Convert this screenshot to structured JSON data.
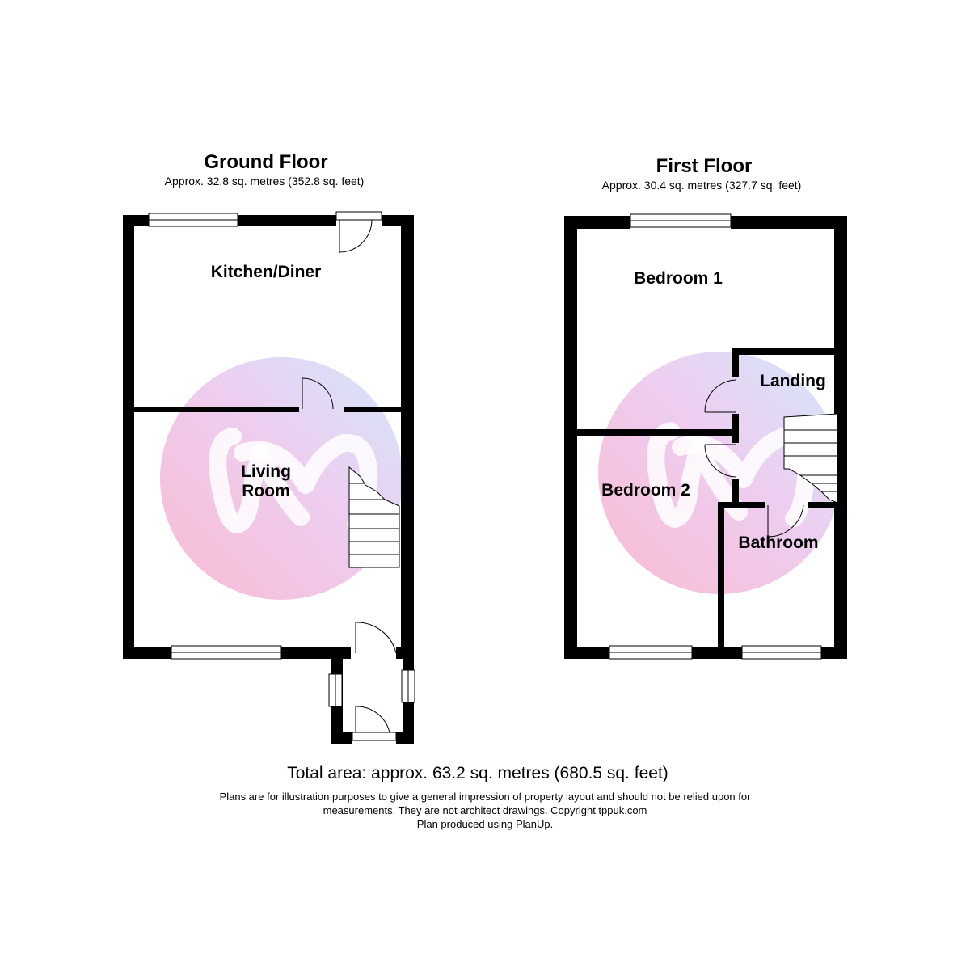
{
  "colors": {
    "wall": "#000000",
    "watermark_pink": "#f7b6cf",
    "watermark_blue": "#cfe3f8"
  },
  "ground_floor": {
    "title": "Ground Floor",
    "area": "Approx. 32.8 sq. metres (352.8 sq. feet)",
    "rooms": {
      "kitchen": "Kitchen/Diner",
      "living_line1": "Living",
      "living_line2": "Room"
    }
  },
  "first_floor": {
    "title": "First Floor",
    "area": "Approx. 30.4 sq. metres (327.7 sq. feet)",
    "rooms": {
      "bedroom1": "Bedroom 1",
      "landing": "Landing",
      "bedroom2": "Bedroom 2",
      "bathroom": "Bathroom"
    }
  },
  "footer": {
    "total": "Total area: approx. 63.2 sq. metres (680.5 sq. feet)",
    "disclaimer_line1": "Plans are for illustration purposes to give a general impression of property layout and should not be relied upon for",
    "disclaimer_line2": "measurements. They are not architect drawings.  Copyright tppuk.com",
    "disclaimer_line3": "Plan produced using PlanUp."
  },
  "icons": {
    "watermark": "agency-logo-watermark-icon",
    "door": "door-swing-icon",
    "window": "window-icon",
    "stairs": "staircase-icon"
  }
}
